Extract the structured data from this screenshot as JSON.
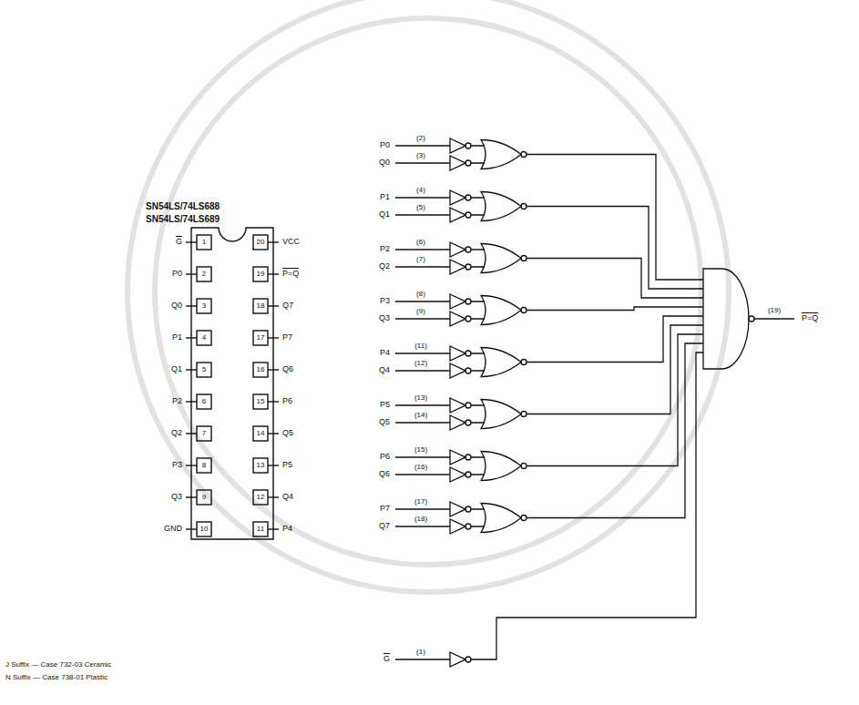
{
  "diagram": {
    "labels": [
      "SN54LS/74LS688",
      "SN54LS/74LS689",
      "1",
      "2",
      "3",
      "4",
      "5",
      "6",
      "7",
      "8",
      "9",
      "10",
      "G",
      "P0",
      "Q0",
      "P1",
      "Q1",
      "P2",
      "Q2",
      "P3",
      "Q3",
      "GND",
      "20",
      "19",
      "18",
      "17",
      "16",
      "15",
      "14",
      "13",
      "12",
      "11",
      "VCC",
      "P=Q",
      "Q7",
      "P7",
      "Q6",
      "P6",
      "Q5",
      "P5",
      "Q4",
      "P4",
      "J Suffix — Case 732-03 Ceramic",
      "N Suffix — Case 738-01 Plastic",
      "P0",
      "Q0",
      "P1",
      "Q1",
      "P2",
      "Q2",
      "P3",
      "Q3",
      "P4",
      "Q4",
      "P5",
      "Q5",
      "P6",
      "Q6",
      "P7",
      "Q7",
      "(2)",
      "(3)",
      "(4)",
      "(5)",
      "(6)",
      "(7)",
      "(8)",
      "(9)",
      "(11)",
      "(12)",
      "(13)",
      "(14)",
      "(15)",
      "(16)",
      "(17)",
      "(18)",
      "G",
      "(1)",
      "(19)",
      "P=Q"
    ]
  }
}
